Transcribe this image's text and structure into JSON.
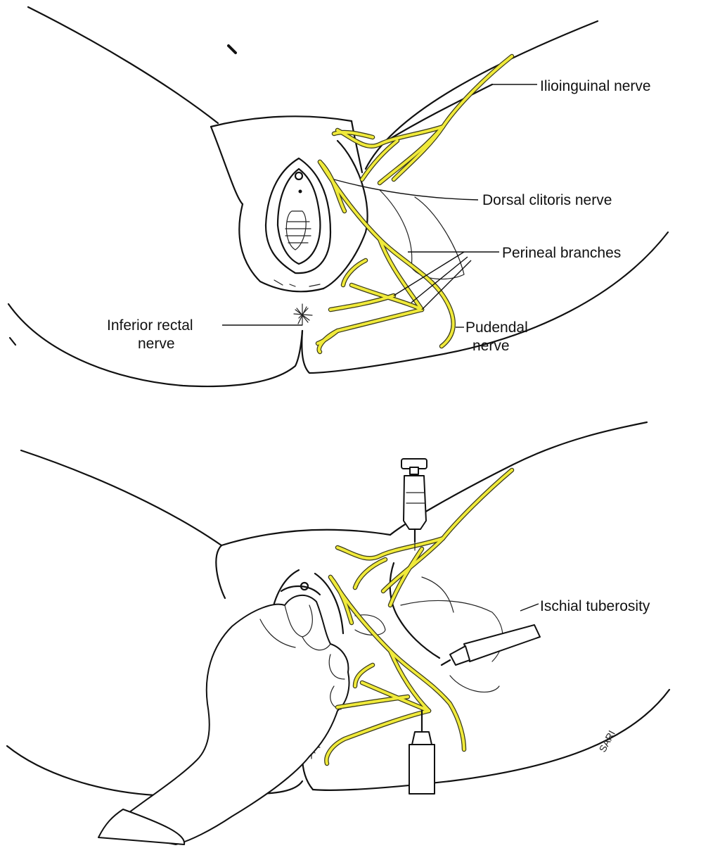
{
  "colors": {
    "nerve": "#f0ea3a",
    "ink": "#111111",
    "background": "#ffffff"
  },
  "top_panel": {
    "labels": {
      "ilioinguinal": "Ilioinguinal nerve",
      "dorsal_clitoris": "Dorsal clitoris nerve",
      "perineal_branches": "Perineal branches",
      "inferior_rectal_1": "Inferior rectal",
      "inferior_rectal_2": "nerve",
      "pudendal_1": "Pudendal",
      "pudendal_2": "nerve"
    }
  },
  "bottom_panel": {
    "labels": {
      "ischial_tuberosity": "Ischial tuberosity"
    },
    "signature": "SARI"
  }
}
